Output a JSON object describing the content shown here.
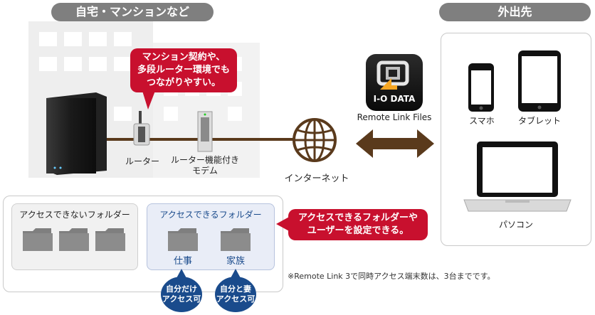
{
  "home_title": "自宅・マンションなど",
  "remote_title": "外出先",
  "callout_top": [
    "マンション契約や、",
    "多段ルーター環境でも",
    "つながりやすい。"
  ],
  "router_label": "ルーター",
  "modem_label": [
    "ルーター機能付き",
    "モデム"
  ],
  "internet_label": "インターネット",
  "app_brand": "I-O DATA",
  "app_label": "Remote Link Files",
  "devices": {
    "smartphone": "スマホ",
    "tablet": "タブレット",
    "pc": "パソコン"
  },
  "folders": {
    "no_access_title": "アクセスできないフォルダー",
    "access_title": "アクセスできるフォルダー",
    "work": "仕事",
    "family": "家族"
  },
  "badges": {
    "self_only": [
      "自分だけ",
      "アクセス可"
    ],
    "self_wife": [
      "自分と妻",
      "アクセス可"
    ]
  },
  "callout_folders": [
    "アクセスできるフォルダーや",
    "ユーザーを設定できる。"
  ],
  "footnote": "※Remote Link 3で同時アクセス端末数は、3台までです。",
  "colors": {
    "accent_red": "#c8102e",
    "badge_blue": "#1a4b8c",
    "cable": "#5a3a1c",
    "pill_gray": "#7f7f7f"
  }
}
